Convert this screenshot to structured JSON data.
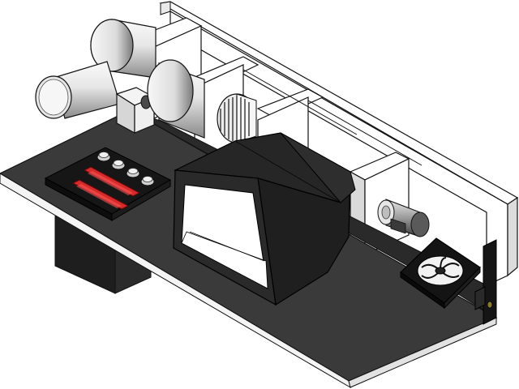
{
  "figure": {
    "colors": {
      "background": "#ffffff",
      "edge": "#111111",
      "frame_face": "#ffffff",
      "deck_top": "#3a3a3a",
      "deck_edge": "#f4f4f4",
      "duct_dark": "#232323",
      "duct_side": "#2c2c2c",
      "cylinder_light": "#f2f2f2",
      "cylinder_shade": "#7a7a7a",
      "panel_body": "#161616",
      "heater_red": "#d42a2a",
      "knob": "#cfcfcf"
    },
    "components": [
      "support-frame",
      "baseplate",
      "base-stand",
      "blower-fan",
      "blower-housing",
      "blower-motor",
      "fan-rotor",
      "heater-control-panel",
      "heater-element",
      "control-knob",
      "air-duct",
      "small-motor",
      "cooling-fan",
      "mounting-bracket"
    ],
    "knob_count": 4,
    "heater_element_count": 2
  }
}
